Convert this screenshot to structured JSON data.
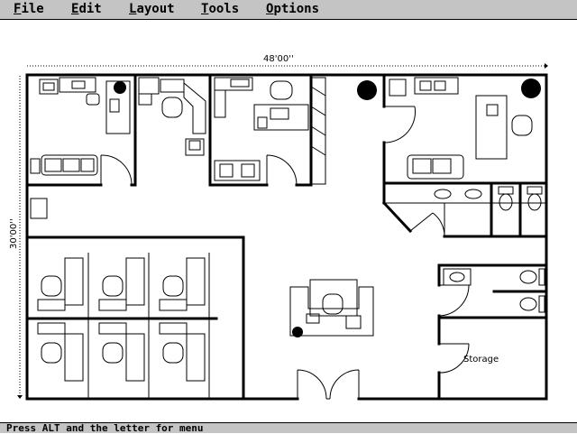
{
  "menu": {
    "items": [
      {
        "key": "F",
        "rest": "ile"
      },
      {
        "key": "E",
        "rest": "dit"
      },
      {
        "key": "L",
        "rest": "ayout"
      },
      {
        "key": "T",
        "rest": "ools"
      },
      {
        "key": "O",
        "rest": "ptions"
      }
    ]
  },
  "plan": {
    "width_label": "48'00''",
    "height_label": "30'00''",
    "storage_label": "Storage"
  },
  "status": {
    "text": "Press ALT and the letter for menu"
  },
  "colors": {
    "menubar_bg": "#c4c4c4",
    "canvas_bg": "#ffffff",
    "ink": "#000000"
  }
}
